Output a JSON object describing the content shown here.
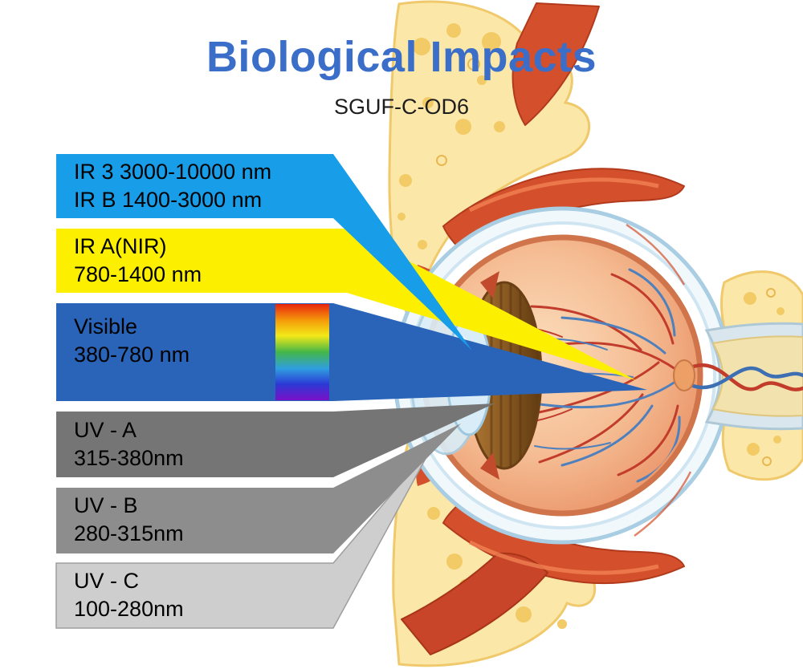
{
  "header": {
    "title": "Biological Impacts",
    "subtitle": "SGUF-C-OD6",
    "title_color": "#3a6ec8"
  },
  "bands": [
    {
      "id": "ir3-irb",
      "line1": "IR 3 3000-10000 nm",
      "line2": "IR B 1400-3000 nm",
      "color": "#189de8"
    },
    {
      "id": "ir-a",
      "line1": "IR A(NIR)",
      "line2": "780-1400 nm",
      "color": "#fcf000"
    },
    {
      "id": "visible",
      "line1": "Visible",
      "line2": "380-780 nm",
      "color": "#2a64b8"
    },
    {
      "id": "uv-a",
      "line1": "UV - A",
      "line2": "315-380nm",
      "color": "#757575"
    },
    {
      "id": "uv-b",
      "line1": "UV - B",
      "line2": "280-315nm",
      "color": "#8d8d8d"
    },
    {
      "id": "uv-c",
      "line1": "UV - C",
      "line2": "100-280nm",
      "color": "#cecece"
    }
  ],
  "visible_spectrum_colors": [
    "#e8250d",
    "#f59b0a",
    "#f2e818",
    "#43b649",
    "#2f9fe0",
    "#2b3bd5",
    "#7a10c8"
  ],
  "illustration": {
    "name": "human-eye-cross-section"
  }
}
